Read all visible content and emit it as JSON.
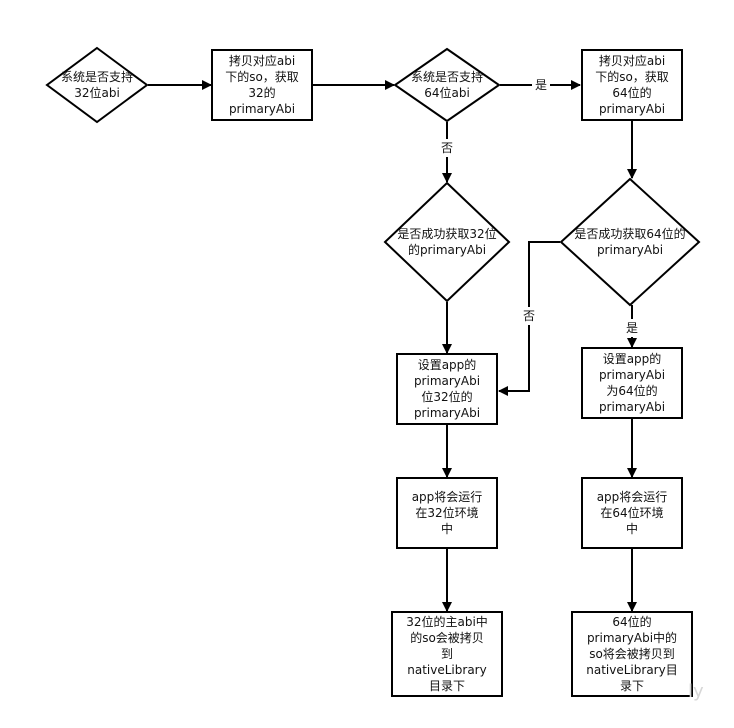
{
  "diagram": {
    "nodes": [
      {
        "id": "n1",
        "shape": "diamond",
        "lines": [
          "系统是否支持",
          "32位abi"
        ]
      },
      {
        "id": "n2",
        "shape": "rect",
        "lines": [
          "拷贝对应abi",
          "下的so，获取",
          "32的",
          "primaryAbi"
        ]
      },
      {
        "id": "n3",
        "shape": "diamond",
        "lines": [
          "系统是否支持",
          "64位abi"
        ]
      },
      {
        "id": "n4",
        "shape": "rect",
        "lines": [
          "拷贝对应abi",
          "下的so，获取",
          "64位的",
          "primaryAbi"
        ]
      },
      {
        "id": "n5",
        "shape": "diamond",
        "lines": [
          "是否成功获取32位",
          "的primaryAbi"
        ]
      },
      {
        "id": "n6",
        "shape": "diamond",
        "lines": [
          "是否成功获取64位的",
          "primaryAbi"
        ]
      },
      {
        "id": "n7",
        "shape": "rect",
        "lines": [
          "设置app的",
          "primaryAbi",
          "位32位的",
          "primaryAbi"
        ]
      },
      {
        "id": "n8",
        "shape": "rect",
        "lines": [
          "设置app的",
          "primaryAbi",
          "为64位的",
          "primaryAbi"
        ]
      },
      {
        "id": "n9",
        "shape": "rect",
        "lines": [
          "app将会运行",
          "在32位环境",
          "中"
        ]
      },
      {
        "id": "n10",
        "shape": "rect",
        "lines": [
          "app将会运行",
          "在64位环境",
          "中"
        ]
      },
      {
        "id": "n11",
        "shape": "rect",
        "lines": [
          "32位的主abi中",
          "的so会被拷贝",
          "到",
          "nativeLibrary",
          "目录下"
        ]
      },
      {
        "id": "n12",
        "shape": "rect",
        "lines": [
          "64位的",
          "primaryAbi中的",
          "so将会被拷贝到",
          "nativeLibrary目",
          "录下"
        ]
      }
    ],
    "edges": [
      {
        "from": "n1",
        "to": "n2",
        "label": ""
      },
      {
        "from": "n2",
        "to": "n3",
        "label": ""
      },
      {
        "from": "n3",
        "to": "n4",
        "label": "是"
      },
      {
        "from": "n3",
        "to": "n5",
        "label": "否"
      },
      {
        "from": "n4",
        "to": "n6",
        "label": ""
      },
      {
        "from": "n6",
        "to": "n7",
        "label": "否"
      },
      {
        "from": "n6",
        "to": "n8",
        "label": "是"
      },
      {
        "from": "n5",
        "to": "n7",
        "label": ""
      },
      {
        "from": "n7",
        "to": "n9",
        "label": ""
      },
      {
        "from": "n8",
        "to": "n10",
        "label": ""
      },
      {
        "from": "n9",
        "to": "n11",
        "label": ""
      },
      {
        "from": "n10",
        "to": "n12",
        "label": ""
      }
    ],
    "watermark": "ly"
  }
}
